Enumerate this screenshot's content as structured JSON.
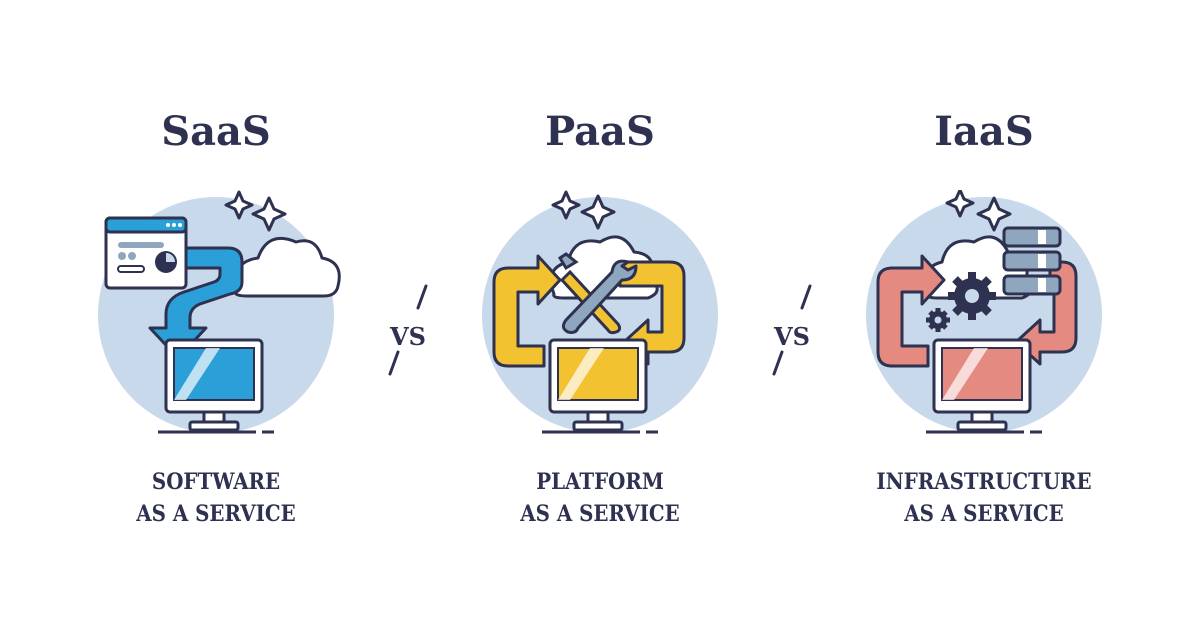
{
  "columns": [
    {
      "title": "SaaS",
      "caption_line1": "SOFTWARE",
      "caption_line2": "AS A SERVICE",
      "accent": "#2a9fd8",
      "icons": [
        "cloud-icon",
        "sparkle-icon",
        "browser-window-icon",
        "arrow-icon",
        "monitor-icon"
      ]
    },
    {
      "title": "PaaS",
      "caption_line1": "PLATFORM",
      "caption_line2": "AS A SERVICE",
      "accent": "#f2c230",
      "icons": [
        "cloud-icon",
        "sparkle-icon",
        "tools-icon",
        "cycle-arrows-icon",
        "monitor-icon"
      ]
    },
    {
      "title": "IaaS",
      "caption_line1": "INFRASTRUCTURE",
      "caption_line2": "AS A SERVICE",
      "accent": "#e58a80",
      "icons": [
        "cloud-icon",
        "sparkle-icon",
        "server-icon",
        "gears-icon",
        "cycle-arrows-icon",
        "monitor-icon"
      ]
    }
  ],
  "separators": [
    {
      "label": "VS"
    },
    {
      "label": "VS"
    }
  ],
  "colors": {
    "ink": "#2e3150",
    "circle": "#c7d9ea",
    "saas": "#2a9fd8",
    "paas": "#f2c230",
    "iaas": "#e58a80"
  }
}
